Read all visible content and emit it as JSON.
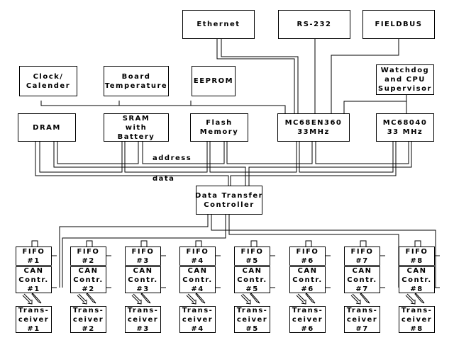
{
  "diagram": {
    "peripherals_top": [
      {
        "id": "ethernet",
        "lines": [
          "Ethernet"
        ]
      },
      {
        "id": "rs232",
        "lines": [
          "RS-232"
        ]
      },
      {
        "id": "fieldbus",
        "lines": [
          "FIELDBUS"
        ]
      }
    ],
    "devices_mid": [
      {
        "id": "clock",
        "lines": [
          "Clock/",
          "Calender"
        ]
      },
      {
        "id": "board-temp",
        "lines": [
          "Board",
          "Temperature"
        ]
      },
      {
        "id": "eeprom",
        "lines": [
          "EEPROM"
        ]
      },
      {
        "id": "watchdog",
        "lines": [
          "Watchdog",
          "and CPU",
          "Supervisor"
        ]
      }
    ],
    "memory_cpu": [
      {
        "id": "dram",
        "lines": [
          "DRAM"
        ]
      },
      {
        "id": "sram",
        "lines": [
          "SRAM",
          "with",
          "Battery"
        ]
      },
      {
        "id": "flash",
        "lines": [
          "Flash",
          "Memory"
        ]
      },
      {
        "id": "mc68en360",
        "lines": [
          "MC68EN360",
          "33MHz"
        ]
      },
      {
        "id": "mc68040",
        "lines": [
          "MC68040",
          "33 MHz"
        ]
      }
    ],
    "bus_labels": {
      "address": "address",
      "data": "data"
    },
    "dtc": {
      "id": "data-transfer-controller",
      "lines": [
        "Data Transfer",
        "Controller"
      ]
    },
    "channels": [
      {
        "fifo": [
          "FIFO",
          "#1"
        ],
        "can": [
          "CAN",
          "Contr.",
          "#1"
        ],
        "transceiver": [
          "Trans-",
          "ceiver",
          "#1"
        ]
      },
      {
        "fifo": [
          "FIFO",
          "#2"
        ],
        "can": [
          "CAN",
          "Contr.",
          "#2"
        ],
        "transceiver": [
          "Trans-",
          "ceiver",
          "#2"
        ]
      },
      {
        "fifo": [
          "FIFO",
          "#3"
        ],
        "can": [
          "CAN",
          "Contr.",
          "#3"
        ],
        "transceiver": [
          "Trans-",
          "ceiver",
          "#3"
        ]
      },
      {
        "fifo": [
          "FIFO",
          "#4"
        ],
        "can": [
          "CAN",
          "Contr.",
          "#4"
        ],
        "transceiver": [
          "Trans-",
          "ceiver",
          "#4"
        ]
      },
      {
        "fifo": [
          "FIFO",
          "#5"
        ],
        "can": [
          "CAN",
          "Contr.",
          "#5"
        ],
        "transceiver": [
          "Trans-",
          "ceiver",
          "#5"
        ]
      },
      {
        "fifo": [
          "FIFO",
          "#6"
        ],
        "can": [
          "CAN",
          "Contr.",
          "#6"
        ],
        "transceiver": [
          "Trans-",
          "ceiver",
          "#6"
        ]
      },
      {
        "fifo": [
          "FIFO",
          "#7"
        ],
        "can": [
          "CAN",
          "Contr.",
          "#7"
        ],
        "transceiver": [
          "Trans-",
          "ceiver",
          "#7"
        ]
      },
      {
        "fifo": [
          "FIFO",
          "#8"
        ],
        "can": [
          "CAN",
          "Contr.",
          "#8"
        ],
        "transceiver": [
          "Trans-",
          "ceiver",
          "#8"
        ]
      }
    ]
  }
}
